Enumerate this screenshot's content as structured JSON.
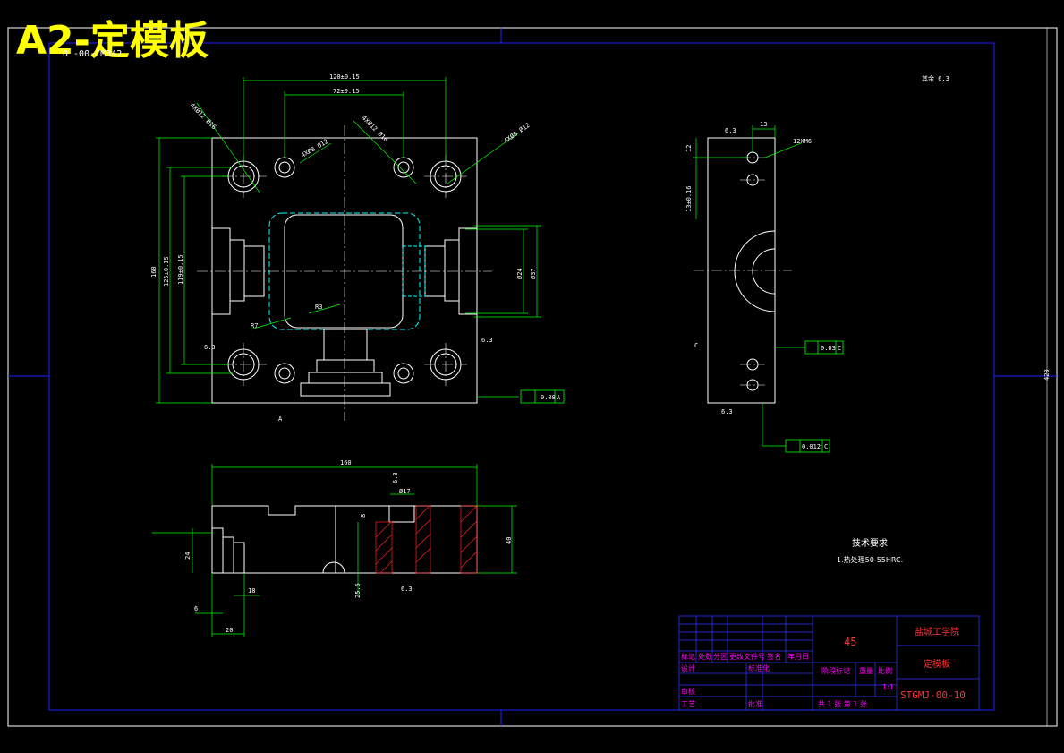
{
  "header": {
    "title": "A2-定模板",
    "subtitle": "0 -00-CM342"
  },
  "views": {
    "top_dims": [
      "120±0.15",
      "72±0.15",
      "160",
      "125±0.15",
      "119±0.15",
      "R7",
      "R3",
      "Ø24",
      "Ø37",
      "4XØ12 Ø16",
      "4XØ8 Ø12",
      "6.3",
      "A"
    ],
    "geo_tol_main": {
      "value": "0.08",
      "datum": "A"
    },
    "side_dims": [
      "13",
      "6.3",
      "12",
      "12XM6",
      "13±0.16",
      "C"
    ],
    "side_tol_1": {
      "value": "0.03",
      "datum": "C"
    },
    "side_tol_2": {
      "value": "0.012",
      "datum": "C"
    },
    "section_dims": [
      "160",
      "Ø17",
      "6.3",
      "40",
      "25.5",
      "24",
      "8",
      "6",
      "20",
      "18"
    ],
    "roughness_note": "其余 6.3",
    "scale_label": "420"
  },
  "notes": {
    "heading": "技术要求",
    "item1": "1.热处理50-55HRC."
  },
  "title_block": {
    "material": "45",
    "school": "盐城工学院",
    "part_name": "定模板",
    "drawing_no": "STGMJ-00-10",
    "row_labels": [
      "标记",
      "处数",
      "分区",
      "更改文件号",
      "签名",
      "年月日"
    ],
    "design": "设计",
    "standard": "标准化",
    "stage": "阶段标记",
    "weight": "重量",
    "ratio": "比例",
    "review": "审核",
    "process": "工艺",
    "approve": "批准",
    "sheet_text": "共 1 张 第 1 张",
    "ratio_value": "1:1"
  }
}
